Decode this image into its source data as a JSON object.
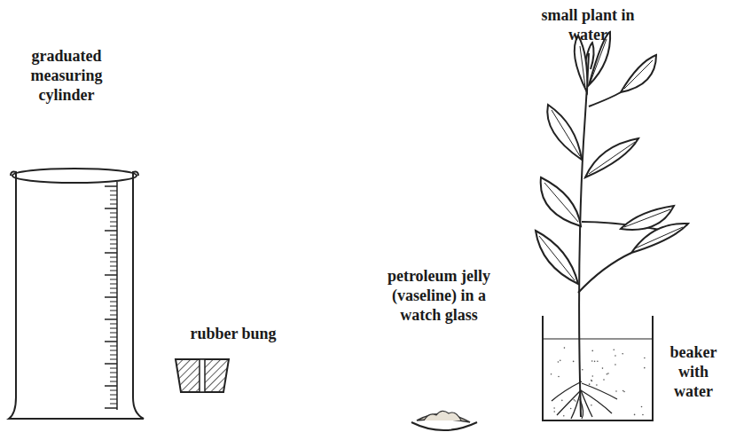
{
  "diagram": {
    "labels": [
      "graduated measuring cylinder",
      "rubber bung",
      "petroleum jelly (vaseline) in a watch glass",
      "small plant in water",
      "beaker with water"
    ]
  }
}
